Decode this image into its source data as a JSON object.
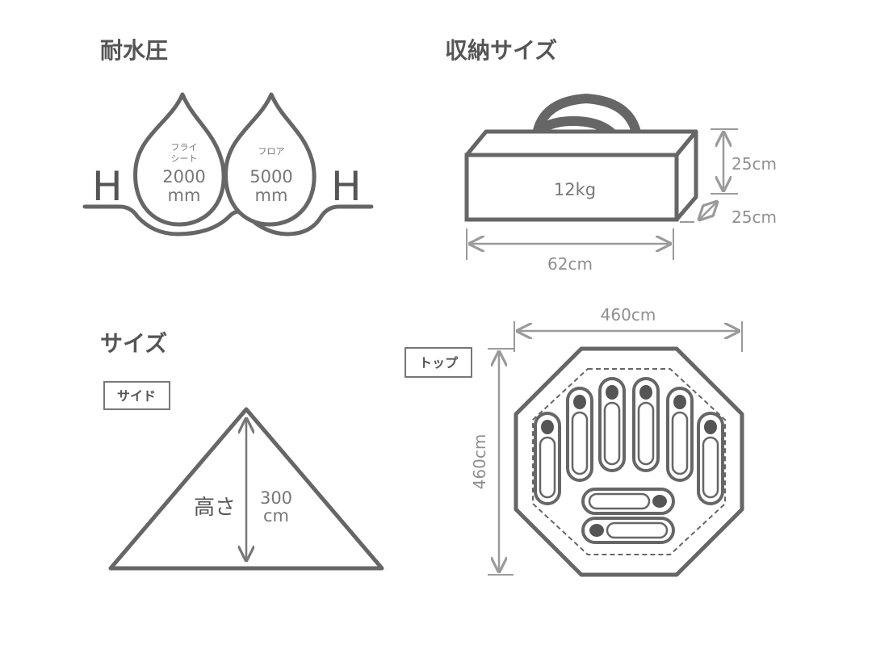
{
  "waterproof": {
    "title": "耐水圧",
    "h_left": "H",
    "h_right": "H",
    "fly": {
      "label_line1": "フライ",
      "label_line2": "シート",
      "value": "2000",
      "unit": "mm"
    },
    "floor": {
      "label": "フロア",
      "value": "5000",
      "unit": "mm"
    }
  },
  "storage": {
    "title": "収納サイズ",
    "weight": "12kg",
    "height": "25cm",
    "depth": "25cm",
    "width": "62cm"
  },
  "size": {
    "title": "サイズ",
    "side_tag": "サイド",
    "height_label": "高さ",
    "height_value": "300",
    "height_unit": "cm"
  },
  "top": {
    "tag": "トップ",
    "width": "460cm",
    "depth": "460cm",
    "sleeping_bags_vertical": 6,
    "sleeping_bags_horizontal": 2
  },
  "colors": {
    "stroke": "#666666",
    "dimension": "#9a9a9a",
    "text": "#555555"
  }
}
